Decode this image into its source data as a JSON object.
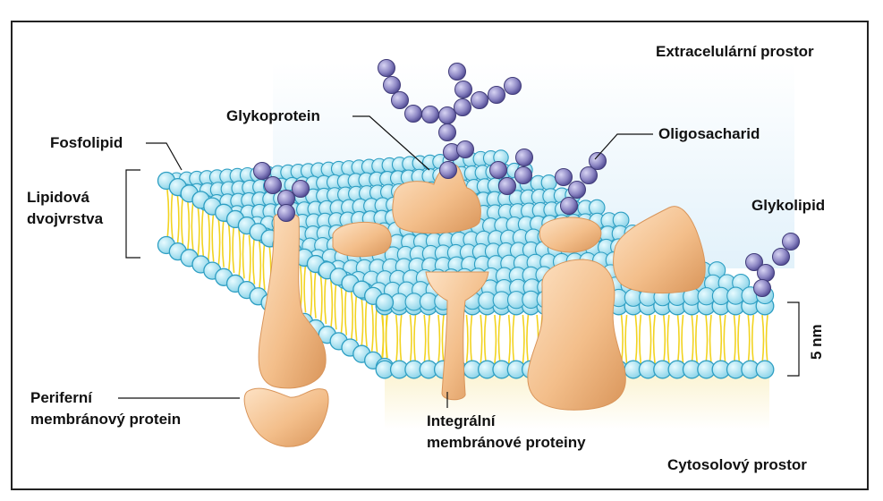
{
  "labels": {
    "extracellular": "Extracelulární prostor",
    "cytosolic": "Cytosolový prostor",
    "glycoprotein": "Glykoprotein",
    "oligosaccharide": "Oligosacharid",
    "phospholipid": "Fosfolipid",
    "lipid_bilayer_line1": "Lipidová",
    "lipid_bilayer_line2": "dvojvrstva",
    "glycolipid": "Glykolipid",
    "thickness": "5 nm",
    "peripheral_line1": "Periferní",
    "peripheral_line2": "membránový protein",
    "integral_line1": "Integrální",
    "integral_line2": "membránové proteiny"
  },
  "colors": {
    "head_fill": "#aee3ef",
    "head_stroke": "#2e9fc3",
    "tail": "#f2d320",
    "protein": "#f3be8a",
    "protein_dark": "#d9955a",
    "sugar": "#8d87c4",
    "sugar_dark": "#3f3a78",
    "extracellular_bg": "#e7f3fb",
    "cytosol_bg": "#fbf6dc",
    "frame": "#222222"
  }
}
